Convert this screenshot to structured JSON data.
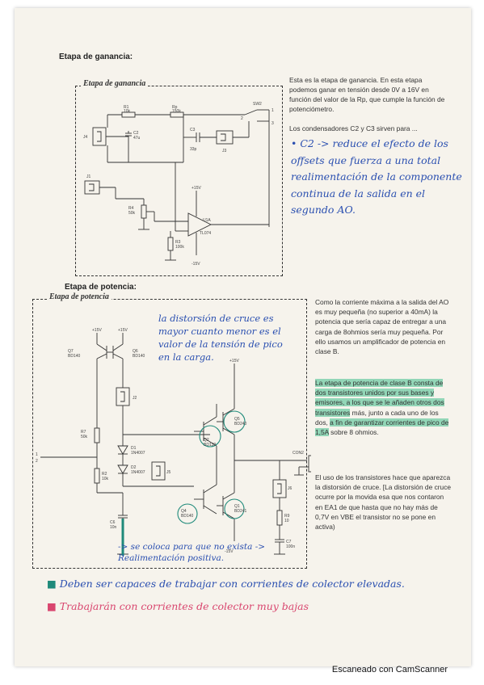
{
  "gain": {
    "heading": "Etapa de ganancia:",
    "box_title": "Etapa de ganancia",
    "paragraph": "Esta es la etapa de ganancia. En esta etapa podemos ganar en tensión desde 0V a 16V en función del valor de la Rp, que cumple la función de potenciómetro.",
    "condensers_line": "Los condensadores C2 y C3 sirven para ...",
    "handwritten": "• C2 -> reduce el efecto de los offsets que fuerza a una total realimentación de la componente continua de la salida en el segundo AO.",
    "components": {
      "r1": "R1",
      "r1_val": "10k",
      "rp": "Rp",
      "rp_val": "150k",
      "sw": "SW2",
      "c3": "C3",
      "c3_val": "33p",
      "c2": "C2",
      "c2_val": "47u",
      "j4": "J4",
      "j1": "J1",
      "j3": "J3",
      "r4": "R4",
      "r4_val": "50k",
      "r3": "R3",
      "r3_val": "100k",
      "u1": "U1A",
      "u1_type": "TL074",
      "vp": "+15V",
      "vn": "-15V",
      "n1": "1",
      "n2": "2",
      "n3": "3"
    }
  },
  "power": {
    "heading": "Etapa de potencia:",
    "box_title": "Etapa de potencia",
    "handwritten_top": "la distorsión de cruce es mayor cuanto menor es el valor de la tensión de pico en la carga.",
    "p1": "Como la corriente máxima a la salida del AO es muy pequeña (no superior a 40mA) la potencia que sería capaz de entregar a una carga de 8ohmios sería muy pequeña. Por ello usamos un amplificador de potencia en clase B.",
    "p2_hl1": "La etapa de potencia de clase B consta de dos transistores unidos por sus bases y emisores, a los que se le añaden otros dos transistores",
    "p2_mid": " más, junto a cada uno de los dos, ",
    "p2_hl2": "a fin de garantizar corrientes de pico de 1,5A",
    "p2_end": " sobre 8 ohmios.",
    "p3": "El uso de los transistores hace que aparezca la distorsión de cruce. [La distorsión de cruce ocurre por la movida esa que nos contaron en EA1 de que hasta que no hay más de 0,7V en VBE el transistor no se pone en activa)",
    "handwritten_bottom": "-> se coloca para que no exista -> Realimentación positiva.",
    "components": {
      "q7": "Q7",
      "q7_t": "BD140",
      "q6": "Q6",
      "q6_t": "BD140",
      "q5": "Q5",
      "q5_t": "BD240",
      "q2": "Q2",
      "q2_t": "BD139",
      "q1": "Q1",
      "q1_t": "BD241",
      "q4": "Q4",
      "q4_t": "BD140",
      "d1": "D1",
      "d1_t": "1N4007",
      "d2": "D2",
      "d2_t": "1N4007",
      "r7": "R7",
      "r7_v": "50k",
      "r2": "R2",
      "r2_v": "10k",
      "r9": "R9",
      "r9_v": "10",
      "c6": "C6",
      "c6_v": "10n",
      "c7": "C7",
      "c7_v": "100n",
      "j2": "J2",
      "j5": "J5",
      "j6": "J6",
      "con2": "CON2",
      "vp": "+15V",
      "vn": "-15V",
      "n1": "1",
      "n2": "2"
    }
  },
  "notes": {
    "green": "Deben ser capaces de trabajar con corrientes de colector elevadas.",
    "pink": "Trabajarán con corrientes de colector muy bajas"
  },
  "footer": "Escaneado con CamScanner",
  "colors": {
    "ink_blue": "#2a4fb0",
    "ink_pink": "#d9466f",
    "highlight": "#40be8c",
    "paper": "#f6f3ec"
  }
}
